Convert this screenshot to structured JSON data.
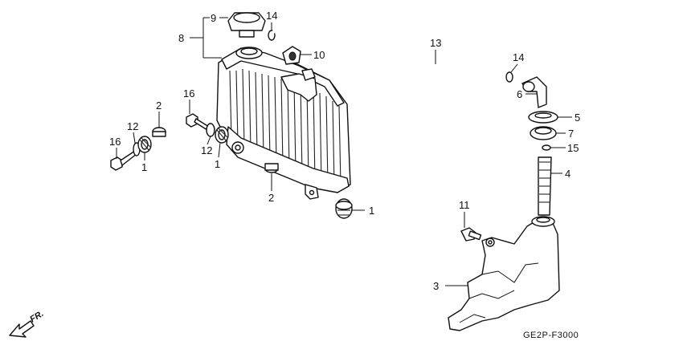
{
  "diagram": {
    "code": "GE2P-F3000",
    "direction_label": "FR.",
    "callouts": {
      "n9": "9",
      "n8": "8",
      "n14a": "14",
      "n10": "10",
      "n13": "13",
      "n14b": "14",
      "n6": "6",
      "n5": "5",
      "n7": "7",
      "n15": "15",
      "n4": "4",
      "n16a": "16",
      "n2a": "2",
      "n12a": "12",
      "n16b": "16",
      "n1a": "1",
      "n12b": "12",
      "n1b": "1",
      "n2b": "2",
      "n1c": "1",
      "n11": "11",
      "n3": "3"
    }
  }
}
